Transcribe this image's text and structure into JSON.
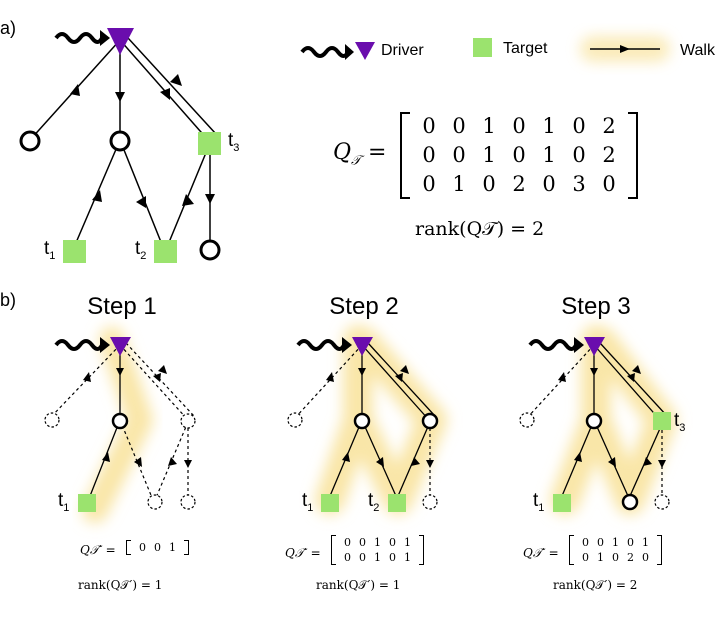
{
  "panels": {
    "a_label": "a)",
    "b_label": "b)"
  },
  "legend": {
    "driver": "Driver",
    "target": "Target",
    "walk": "Walk"
  },
  "colors": {
    "driver": "#6a0dad",
    "target": "#9be36e",
    "walk_glow": "#f9e6a8"
  },
  "panel_a": {
    "targets": {
      "t1": "t",
      "t1_sub": "1",
      "t2": "t",
      "t2_sub": "2",
      "t3": "t",
      "t3_sub": "3"
    },
    "matrix_lhs": "Q",
    "matrix_sub": "𝒯",
    "matrix": [
      [
        "0",
        "0",
        "1",
        "0",
        "1",
        "0",
        "2"
      ],
      [
        "0",
        "0",
        "1",
        "0",
        "1",
        "0",
        "2"
      ],
      [
        "0",
        "1",
        "0",
        "2",
        "0",
        "3",
        "0"
      ]
    ],
    "rank_text": "rank(Q𝒯) = 2"
  },
  "steps": [
    {
      "title": "Step 1",
      "matrix": [
        [
          "0",
          "0",
          "1"
        ]
      ],
      "rank_text": "rank(Q𝒯′) = 1",
      "lhs": "Q𝒯′ ="
    },
    {
      "title": "Step 2",
      "matrix": [
        [
          "0",
          "0",
          "1",
          "0",
          "1"
        ],
        [
          "0",
          "0",
          "1",
          "0",
          "1"
        ]
      ],
      "rank_text": "rank(Q𝒯′) = 1",
      "lhs": "Q𝒯′ ="
    },
    {
      "title": "Step 3",
      "matrix": [
        [
          "0",
          "0",
          "1",
          "0",
          "1"
        ],
        [
          "0",
          "1",
          "0",
          "2",
          "0"
        ]
      ],
      "rank_text": "rank(Q𝒯′) = 2",
      "lhs": "Q𝒯′ ="
    }
  ],
  "step_targets": {
    "s1_t1": "t",
    "s1_t1_sub": "1",
    "s2_t1": "t",
    "s2_t1_sub": "1",
    "s2_t2": "t",
    "s2_t2_sub": "2",
    "s3_t1": "t",
    "s3_t1_sub": "1",
    "s3_t3": "t",
    "s3_t3_sub": "3"
  }
}
